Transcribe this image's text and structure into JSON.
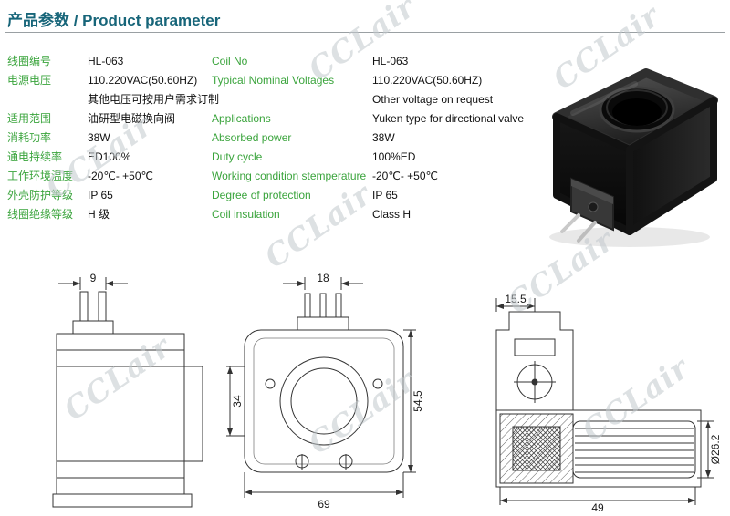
{
  "header": {
    "title": "产品参数 / Product parameter"
  },
  "watermark": {
    "text": "CCLair"
  },
  "table": {
    "rows": [
      {
        "cn_label": "线圈编号",
        "cn_value": "HL-063",
        "en_label": "Coil No",
        "en_value": "HL-063"
      },
      {
        "cn_label": "电源电压",
        "cn_value": "110.220VAC(50.60HZ)",
        "cn_value2": "其他电压可按用户需求订制",
        "en_label": "Typical Nominal Voltages",
        "en_value": "110.220VAC(50.60HZ)",
        "en_value2": "Other voltage on request"
      },
      {
        "cn_label": "适用范围",
        "cn_value": "油研型电磁换向阀",
        "en_label": "Applications",
        "en_value": "Yuken type for directional valve"
      },
      {
        "cn_label": "消耗功率",
        "cn_value": "38W",
        "en_label": "Absorbed power",
        "en_value": "38W"
      },
      {
        "cn_label": "通电持续率",
        "cn_value": "ED100%",
        "en_label": "Duty cycle",
        "en_value": "100%ED"
      },
      {
        "cn_label": "工作环境温度",
        "cn_value": "-20℃- +50℃",
        "en_label": "Working condition stemperature",
        "en_value": "-20℃- +50℃"
      },
      {
        "cn_label": "外壳防护等级",
        "cn_value": "IP 65",
        "en_label": "Degree of protection",
        "en_value": "IP 65"
      },
      {
        "cn_label": "线圈绝缘等级",
        "cn_value": "H 级",
        "en_label": "Coil insulation",
        "en_value": "Class H"
      }
    ]
  },
  "drawings": {
    "dim_9": "9",
    "dim_18": "18",
    "dim_34": "34",
    "dim_54_5": "54.5",
    "dim_69": "69",
    "dim_15_5": "15.5",
    "dim_26_2": "Ø26.2",
    "dim_49": "49"
  },
  "colors": {
    "header_teal": "#176579",
    "label_green": "#3aa43c",
    "value_black": "#101010",
    "line_gray": "#9aa0a3"
  }
}
